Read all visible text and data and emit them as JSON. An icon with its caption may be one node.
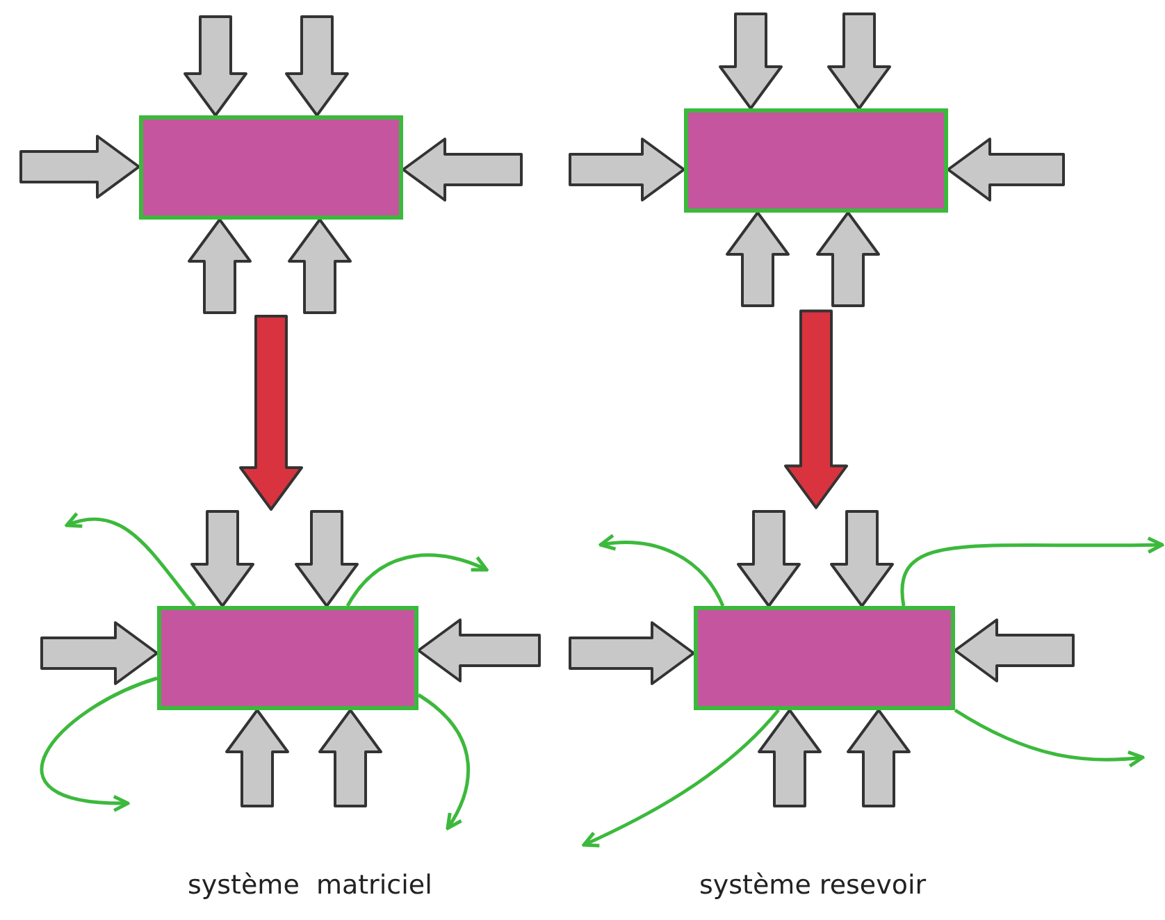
{
  "diagram": {
    "nodes": [
      {
        "text": [],
        "shape": "box"
      },
      {
        "text": [],
        "shape": "box"
      },
      {
        "text": [],
        "shape": "box"
      },
      {
        "text": [],
        "shape": "box"
      }
    ],
    "edges": [
      {
        "from": null,
        "to": 0,
        "arrow": "to"
      },
      {
        "from": null,
        "to": 0,
        "arrow": "to"
      },
      {
        "from": null,
        "to": 0,
        "arrow": "to"
      },
      {
        "from": null,
        "to": 0,
        "arrow": "to"
      },
      {
        "from": null,
        "to": 0,
        "arrow": "to"
      },
      {
        "from": null,
        "to": 0,
        "arrow": "to"
      },
      {
        "from": null,
        "to": 1,
        "arrow": "to"
      },
      {
        "from": null,
        "to": 1,
        "arrow": "to"
      },
      {
        "from": null,
        "to": 1,
        "arrow": "to"
      },
      {
        "from": null,
        "to": 1,
        "arrow": "to"
      },
      {
        "from": null,
        "to": 1,
        "arrow": "to"
      },
      {
        "from": null,
        "to": 1,
        "arrow": "to"
      },
      {
        "from": 0,
        "to": 2,
        "arrow": "to",
        "color": "#d9333f"
      },
      {
        "from": 1,
        "to": 3,
        "arrow": "to",
        "color": "#d9333f"
      },
      {
        "from": null,
        "to": 2,
        "arrow": "to"
      },
      {
        "from": null,
        "to": 2,
        "arrow": "to"
      },
      {
        "from": null,
        "to": 2,
        "arrow": "to"
      },
      {
        "from": null,
        "to": 2,
        "arrow": "to"
      },
      {
        "from": null,
        "to": 2,
        "arrow": "to"
      },
      {
        "from": null,
        "to": 2,
        "arrow": "to"
      },
      {
        "from": null,
        "to": 3,
        "arrow": "to"
      },
      {
        "from": null,
        "to": 3,
        "arrow": "to"
      },
      {
        "from": null,
        "to": 3,
        "arrow": "to"
      },
      {
        "from": null,
        "to": 3,
        "arrow": "to"
      },
      {
        "from": null,
        "to": 3,
        "arrow": "to"
      },
      {
        "from": null,
        "to": 3,
        "arrow": "to"
      },
      {
        "from": 2,
        "to": null,
        "arrow": "to",
        "color": "#3cb93c"
      },
      {
        "from": 2,
        "to": null,
        "arrow": "to",
        "color": "#3cb93c"
      },
      {
        "from": 2,
        "to": null,
        "arrow": "to",
        "color": "#3cb93c"
      },
      {
        "from": 2,
        "to": null,
        "arrow": "to",
        "color": "#3cb93c"
      },
      {
        "from": 3,
        "to": null,
        "arrow": "to",
        "color": "#3cb93c"
      },
      {
        "from": 3,
        "to": null,
        "arrow": "to",
        "color": "#3cb93c"
      },
      {
        "from": 3,
        "to": null,
        "arrow": "to",
        "color": "#3cb93c"
      },
      {
        "from": 3,
        "to": null,
        "arrow": "to",
        "color": "#3cb93c"
      }
    ],
    "labels": [
      "système  matriciel",
      "système resevoir"
    ]
  }
}
